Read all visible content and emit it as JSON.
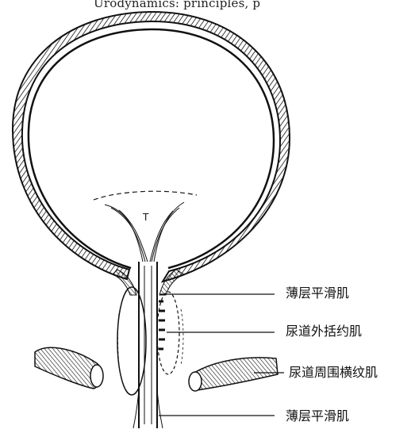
{
  "header": {
    "caption": "Urodynamics: principles, p"
  },
  "diagram": {
    "trigone_letter": "T",
    "labels": [
      "薄层平滑肌",
      "尿道外括约肌",
      "尿道周围横纹肌",
      "薄层平滑肌"
    ]
  }
}
